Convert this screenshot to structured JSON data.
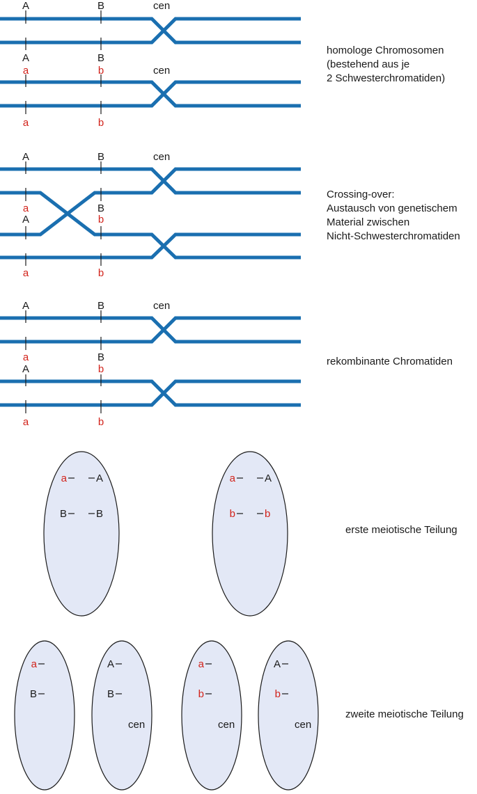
{
  "colors": {
    "chromatid": "#1a6fb0",
    "dominant": "#1a1a1a",
    "recessive": "#d2231b",
    "cell_fill": "#e3e8f6",
    "cell_stroke": "#1a1a1a"
  },
  "captions": {
    "homologe": [
      "homologe Chromosomen",
      "(bestehend aus je",
      "2 Schwesterchromatiden)"
    ],
    "crossing": [
      "Crossing-over:",
      "Austausch von genetischem",
      "Material zwischen",
      "Nicht-Schwesterchromatiden"
    ],
    "rekombinant": [
      "rekombinante Chromatiden"
    ],
    "erste": [
      "erste meiotische Teilung"
    ],
    "zweite": [
      "zweite meiotische Teilung"
    ]
  },
  "centromere_label": "cen",
  "alleles": {
    "stage1": {
      "top": [
        "A",
        "B"
      ],
      "mid_upper": [
        "A",
        "B"
      ],
      "mid_lower": [
        "a",
        "b"
      ],
      "bottom": [
        "a",
        "b"
      ]
    },
    "stage2": {
      "top": [
        "A",
        "B"
      ],
      "mid_upper": [
        "a",
        "B"
      ],
      "mid_lower": [
        "A",
        "b"
      ],
      "bottom": [
        "a",
        "b"
      ]
    },
    "stage3": {
      "top": [
        "A",
        "B"
      ],
      "mid_upper": [
        "a",
        "B"
      ],
      "mid_lower": [
        "A",
        "b"
      ],
      "bottom": [
        "a",
        "b"
      ]
    },
    "meiosis1": {
      "left": {
        "left_side": [
          "a",
          "B"
        ],
        "right_side": [
          "A",
          "B"
        ]
      },
      "right": {
        "left_side": [
          "a",
          "b"
        ],
        "right_side": [
          "A",
          "b"
        ]
      }
    },
    "meiosis2": [
      [
        "a",
        "B"
      ],
      [
        "A",
        "B"
      ],
      [
        "a",
        "b"
      ],
      [
        "A",
        "b"
      ]
    ]
  }
}
